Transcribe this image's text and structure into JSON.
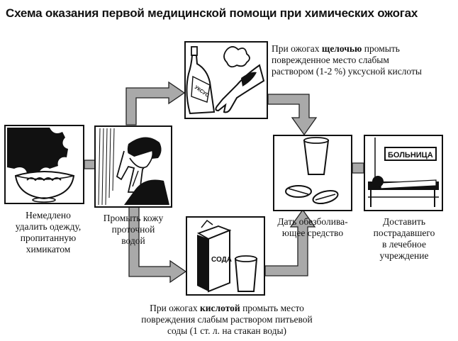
{
  "title": "Схема оказания первой медицинской помощи при химических ожогах",
  "steps": [
    {
      "lines": [
        "Немедлено",
        "удалить одежду,",
        "пропитанную",
        "химикатом"
      ]
    },
    {
      "lines": [
        "Промыть кожу",
        "проточной",
        "водой"
      ]
    },
    {
      "lines": [
        "Дать обезболива-",
        "ющее средство"
      ]
    },
    {
      "lines": [
        "Доставить",
        "пострадавшего",
        "в лечебное",
        "учреждение"
      ]
    }
  ],
  "alkali_note": {
    "prefix": "При ожогах ",
    "keyword": "щелочью",
    "suffix": " промыть",
    "line2": "поврежденное место слабым",
    "line3": "раствором (1-2 %) уксусной кислоты"
  },
  "acid_note": {
    "prefix": "При ожогах ",
    "keyword": "кислотой",
    "suffix": " промыть место",
    "line2": "повреждения слабым раствором питьевой",
    "line3": "соды (1 ст. л. на стакан воды)"
  },
  "labels": {
    "vinegar": "УКСУС",
    "soda": "СОДА",
    "hospital": "БОЛЬНИЦА"
  },
  "colors": {
    "arrow_fill": "#a9a9a9",
    "arrow_stroke": "#222222",
    "ink": "#111111"
  }
}
